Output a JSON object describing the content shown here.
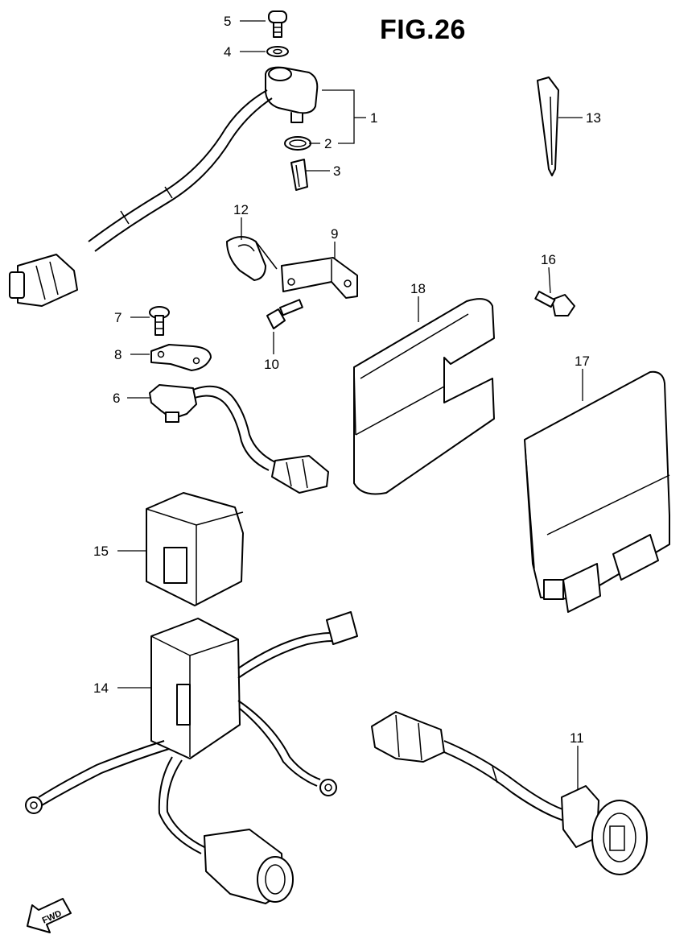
{
  "figure": {
    "title": "FIG.26"
  },
  "callouts": {
    "p1": "1",
    "p2": "2",
    "p3": "3",
    "p4": "4",
    "p5": "5",
    "p6": "6",
    "p7": "7",
    "p8": "8",
    "p9": "9",
    "p10": "10",
    "p11": "11",
    "p12": "12",
    "p13": "13",
    "p14": "14",
    "p15": "15",
    "p16": "16",
    "p17": "17",
    "p18": "18"
  },
  "direction_marker": {
    "label": "FWD"
  }
}
